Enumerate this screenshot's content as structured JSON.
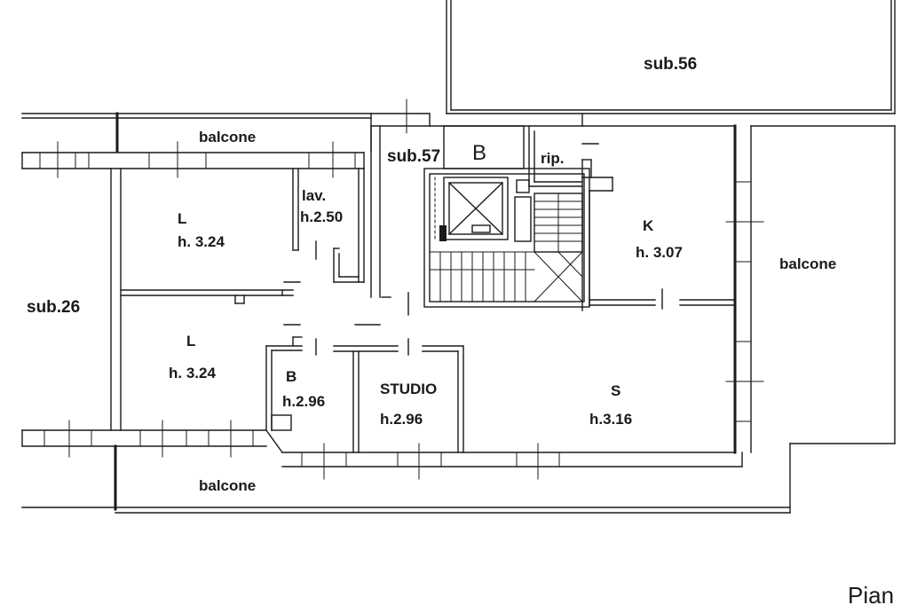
{
  "plan": {
    "labels": {
      "sub56": "sub.56",
      "sub57": "sub.57",
      "stair_block": "B",
      "rip": "rip.",
      "balcone_top": "balcone",
      "lav_name": "lav.",
      "lav_h": "h.2.50",
      "l1_name": "L",
      "l1_h": "h. 3.24",
      "k_name": "K",
      "k_h": "h. 3.07",
      "balcone_right": "balcone",
      "sub26": "sub.26",
      "l2_name": "L",
      "l2_h": "h. 3.24",
      "b_name": "B",
      "b_h": "h.2.96",
      "studio_name": "STUDIO",
      "studio_h": "h.2.96",
      "s_name": "S",
      "s_h": "h.3.16",
      "balcone_bottom": "balcone",
      "corner_text": "Pian"
    }
  }
}
